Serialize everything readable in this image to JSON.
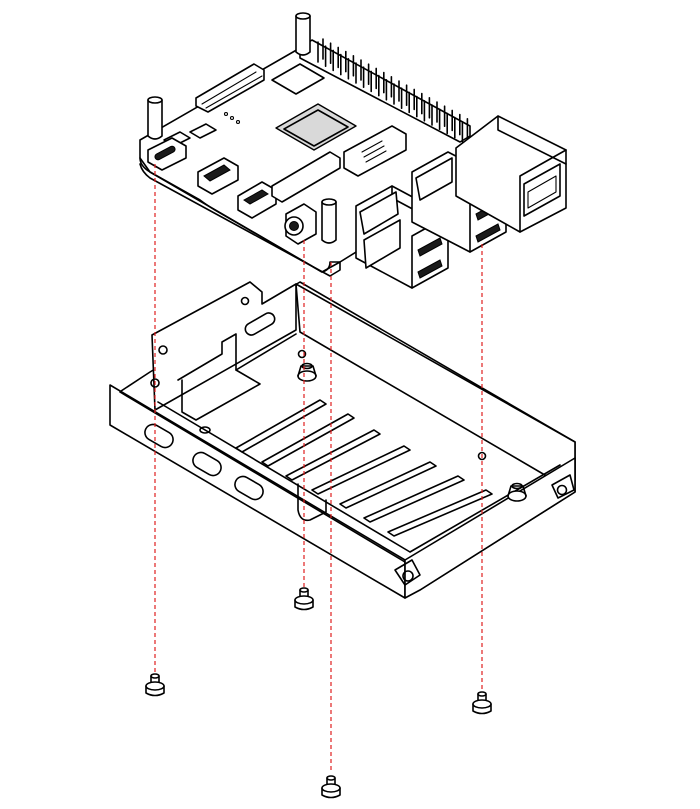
{
  "colors": {
    "line": "#000000",
    "guide": "#e02020",
    "chip": "#d9d9d9",
    "background": "#ffffff"
  },
  "parts": {
    "board": "single-board-computer",
    "case": "base-tray",
    "screws": 4
  },
  "icons": [
    "screw-icon",
    "standoff-icon"
  ]
}
